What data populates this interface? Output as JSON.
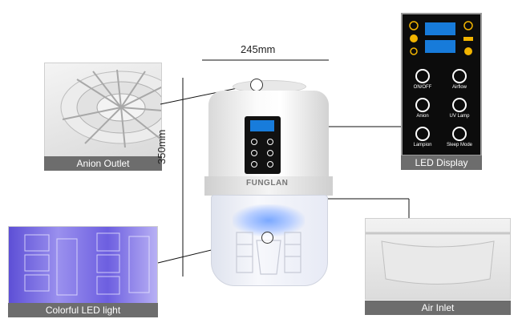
{
  "dimensions": {
    "width_label": "245mm",
    "height_label": "350mm"
  },
  "product": {
    "brand": "FUNGLAN"
  },
  "captions": {
    "anion_outlet": "Anion Outlet",
    "colorful_led": "Colorful LED light",
    "led_display": "LED Display",
    "air_inlet": "Air Inlet"
  },
  "led_panel": {
    "buttons": [
      {
        "label": "ON/OFF",
        "icon": "power-icon"
      },
      {
        "label": "Airflow",
        "icon": "fan-icon"
      },
      {
        "label": "Anion",
        "icon": "anion-icon"
      },
      {
        "label": "UV Lamp",
        "icon": "uv-lamp-icon"
      },
      {
        "label": "Lampion",
        "icon": "lamp-icon"
      },
      {
        "label": "Sleep Mode",
        "icon": "moon-icon"
      }
    ],
    "screen_color": "#1a8fff",
    "icon_color": "#f2b400"
  }
}
